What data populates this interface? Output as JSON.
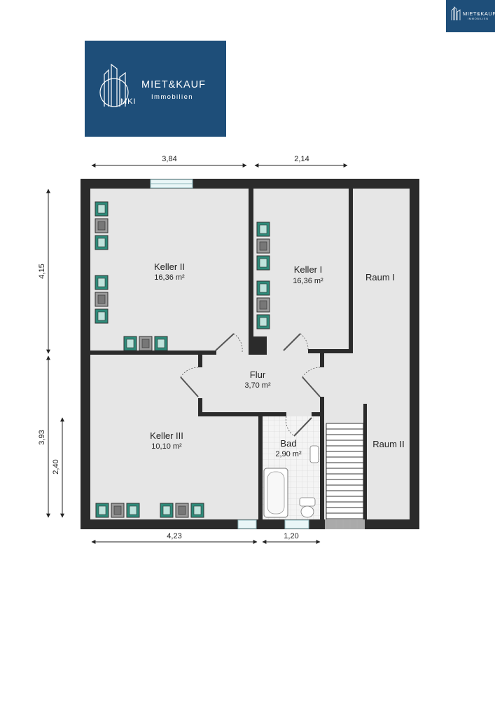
{
  "branding": {
    "brand_name": "MIET&KAUF",
    "brand_sub": "Immobilien",
    "brand_mark": "MKI",
    "small_brand_name": "MIET&KAUF",
    "small_brand_sub": "IMMOBILIEN",
    "brand_color": "#1e4e79"
  },
  "rooms": {
    "keller_2": {
      "name": "Keller II",
      "area": "16,36 m²"
    },
    "keller_1": {
      "name": "Keller I",
      "area": "16,36 m²"
    },
    "raum_1": {
      "name": "Raum I"
    },
    "flur": {
      "name": "Flur",
      "area": "3,70 m²"
    },
    "keller_3": {
      "name": "Keller III",
      "area": "10,10 m²"
    },
    "bad": {
      "name": "Bad",
      "area": "2,90 m²"
    },
    "raum_2": {
      "name": "Raum II"
    }
  },
  "dimensions": {
    "top_left": "3,84",
    "top_right": "2,14",
    "left_upper": "4,15",
    "left_lower": "3,93",
    "left_inner": "2,40",
    "bottom_left": "4,23",
    "bottom_right": "1,20"
  },
  "colors": {
    "wall": "#2b2b2b",
    "floor": "#e6e6e6",
    "dim_line": "#222222",
    "shelf_green": "#2e8b7a"
  }
}
